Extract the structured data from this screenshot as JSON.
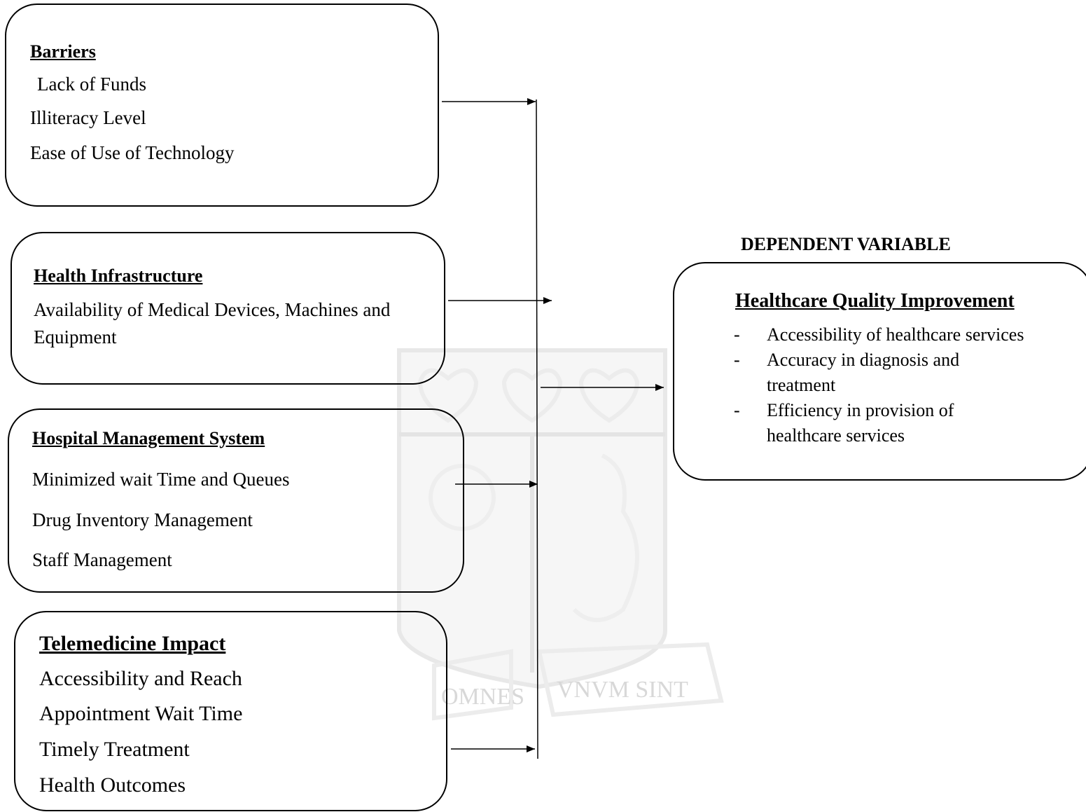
{
  "barriers": {
    "title": "Barriers",
    "items": [
      "Lack of Funds",
      "Illiteracy Level",
      "Ease of Use of Technology"
    ]
  },
  "health_infrastructure": {
    "title": "Health Infrastructure",
    "description": "Availability of Medical Devices, Machines and Equipment"
  },
  "hospital_management": {
    "title": "Hospital Management System",
    "items": [
      "Minimized wait Time and Queues",
      "Drug Inventory Management",
      "Staff Management"
    ]
  },
  "telemedicine": {
    "title": "Telemedicine Impact",
    "items": [
      "Accessibility and Reach",
      "Appointment Wait Time",
      "Timely Treatment",
      "Health Outcomes"
    ]
  },
  "dependent_variable_label": "DEPENDENT VARIABLE",
  "healthcare_quality": {
    "title": "Healthcare Quality Improvement",
    "bullet": "-",
    "items": [
      "Accessibility of healthcare services",
      "Accuracy in diagnosis and treatment",
      "Efficiency in provision of healthcare services"
    ]
  },
  "watermark": {
    "motto_left": "OMNES",
    "motto_right": "VNVM SINT"
  }
}
